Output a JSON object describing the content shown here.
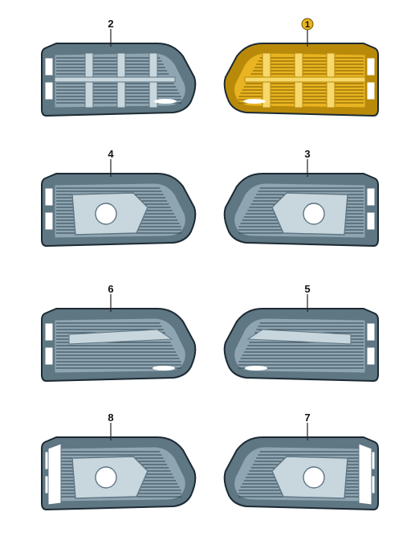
{
  "parts": [
    {
      "id": "part-2",
      "label": "2",
      "variant": "mesh",
      "side": "left",
      "highlighted": false
    },
    {
      "id": "part-1",
      "label": "1",
      "variant": "mesh",
      "side": "right",
      "highlighted": true
    },
    {
      "id": "part-4",
      "label": "4",
      "variant": "foglamp",
      "side": "left",
      "highlighted": false
    },
    {
      "id": "part-3",
      "label": "3",
      "variant": "foglamp",
      "side": "right",
      "highlighted": false
    },
    {
      "id": "part-6",
      "label": "6",
      "variant": "slats",
      "side": "left",
      "highlighted": false
    },
    {
      "id": "part-5",
      "label": "5",
      "variant": "slats",
      "side": "right",
      "highlighted": false
    },
    {
      "id": "part-8",
      "label": "8",
      "variant": "foglamp-trim",
      "side": "left",
      "highlighted": false
    },
    {
      "id": "part-7",
      "label": "7",
      "variant": "foglamp-trim",
      "side": "right",
      "highlighted": false
    }
  ],
  "colors": {
    "part_fill": "#8fa5b2",
    "part_dark": "#5f7683",
    "part_light": "#c8d6dd",
    "highlight_fill": "#e9b421",
    "highlight_dark": "#b98a0a",
    "highlight_light": "#f7d86a",
    "label_badge": "#e9b421"
  }
}
